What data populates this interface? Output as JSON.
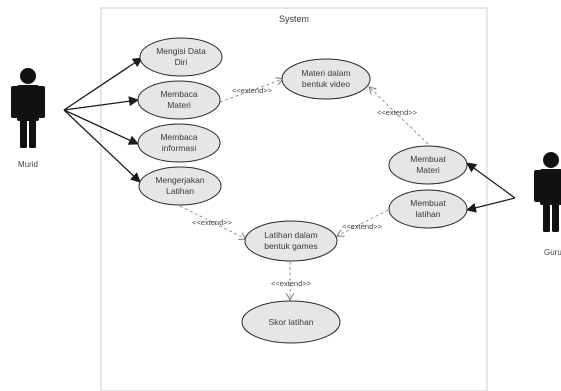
{
  "system_title": "System",
  "actors": {
    "murid": "Murid",
    "guru": "Guru"
  },
  "use_cases": {
    "mengisi_data_diri": [
      "Mengisi Data",
      "Diri"
    ],
    "membaca_materi": [
      "Membaca",
      "Materi"
    ],
    "membaca_informasi": [
      "Membaca",
      "informasi"
    ],
    "mengerjakan_latihan": [
      "Mengerjakan",
      "Latihan"
    ],
    "materi_video": [
      "Materi dalam",
      "bentuk video"
    ],
    "membuat_materi": [
      "Membuat",
      "Materi"
    ],
    "membuat_latihan": [
      "Membuat",
      "latihan"
    ],
    "latihan_games": [
      "Latihan dalam",
      "bentuk games"
    ],
    "skor_latihan": [
      "Skor latihan"
    ]
  },
  "extend_label": "<<extend>>",
  "colors": {
    "use_case_fill": "#e6e6e6",
    "use_case_stroke": "#2b2b2b",
    "actor": "#111111",
    "boundary": "#cfcfcf",
    "extend_line": "#8a8a8a"
  }
}
